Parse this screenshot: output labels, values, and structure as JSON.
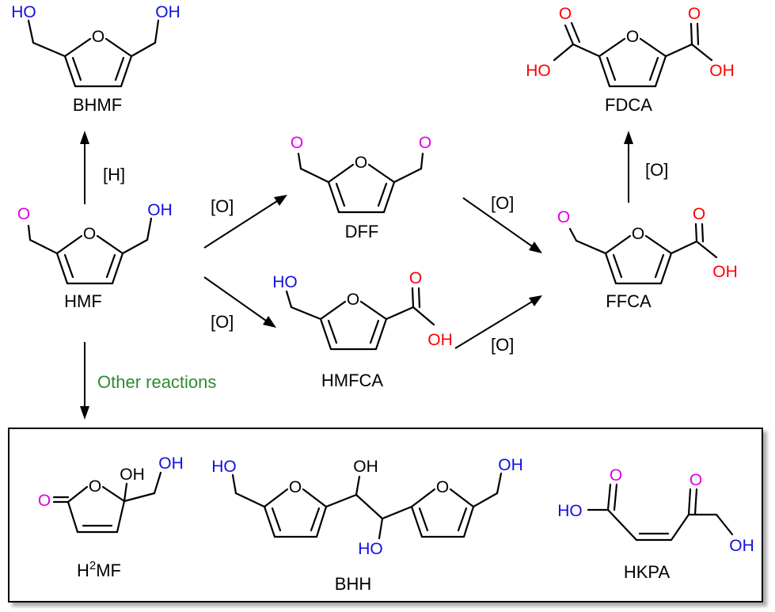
{
  "colors": {
    "hydroxyl": "#1010e0",
    "aldehyde": "#e000e0",
    "acid": "#ff0000",
    "other_reactions": "#2e8b2e",
    "bond": "#000000"
  },
  "atoms": {
    "ring_o": "O",
    "carbonyl_o": "O",
    "hydroxyl": "OH",
    "hydroxyl_left": "HO"
  },
  "molecules": {
    "bhmf": "BHMF",
    "hmf": "HMF",
    "dff": "DFF",
    "hmfca": "HMFCA",
    "ffca": "FFCA",
    "fdca": "FDCA",
    "h2mf_prefix": "H",
    "h2mf_sup": "2",
    "h2mf_suffix": "MF",
    "bhh": "BHH",
    "hkpa": "HKPA"
  },
  "reagents": {
    "reduction": "[H]",
    "oxidation": "[O]",
    "other_reactions": "Other reactions"
  }
}
